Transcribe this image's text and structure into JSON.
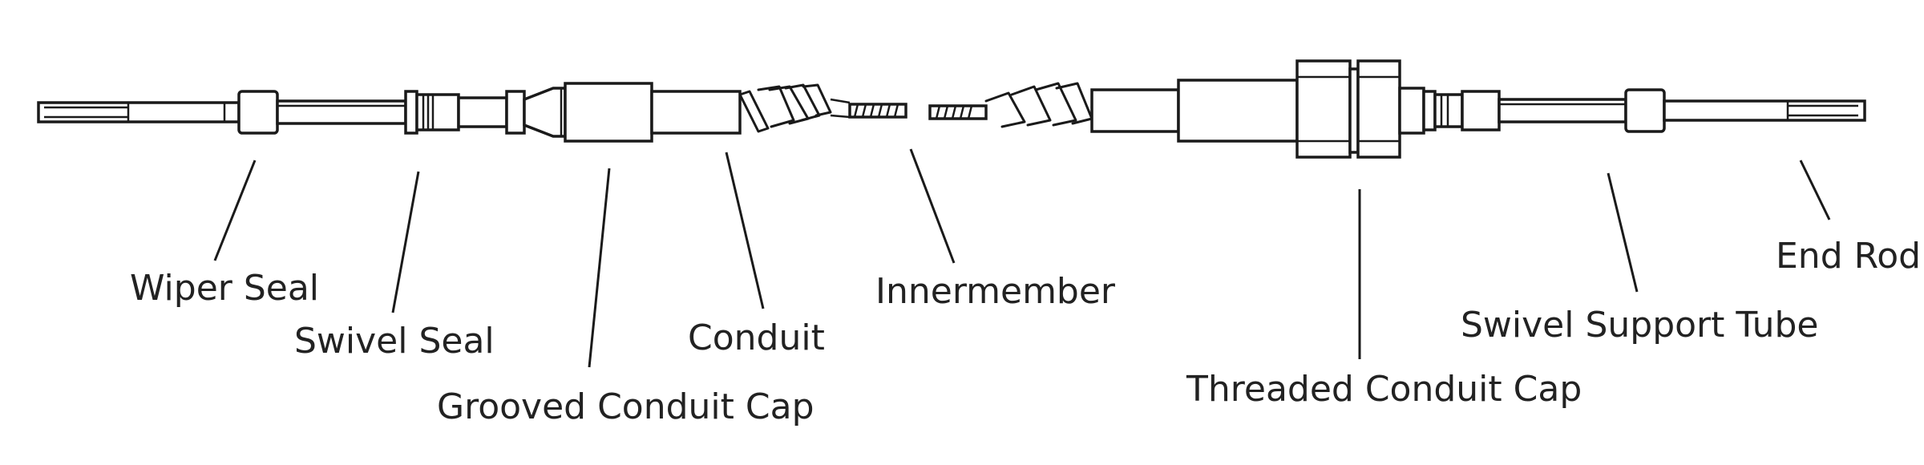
{
  "labels": {
    "wiper_seal": "Wiper Seal",
    "swivel_seal": "Swivel Seal",
    "grooved_conduit_cap": "Grooved Conduit Cap",
    "conduit": "Conduit",
    "innermember": "Innermember",
    "threaded_conduit_cap": "Threaded Conduit Cap",
    "swivel_support_tube": "Swivel Support Tube",
    "end_rod": "End Rod"
  }
}
